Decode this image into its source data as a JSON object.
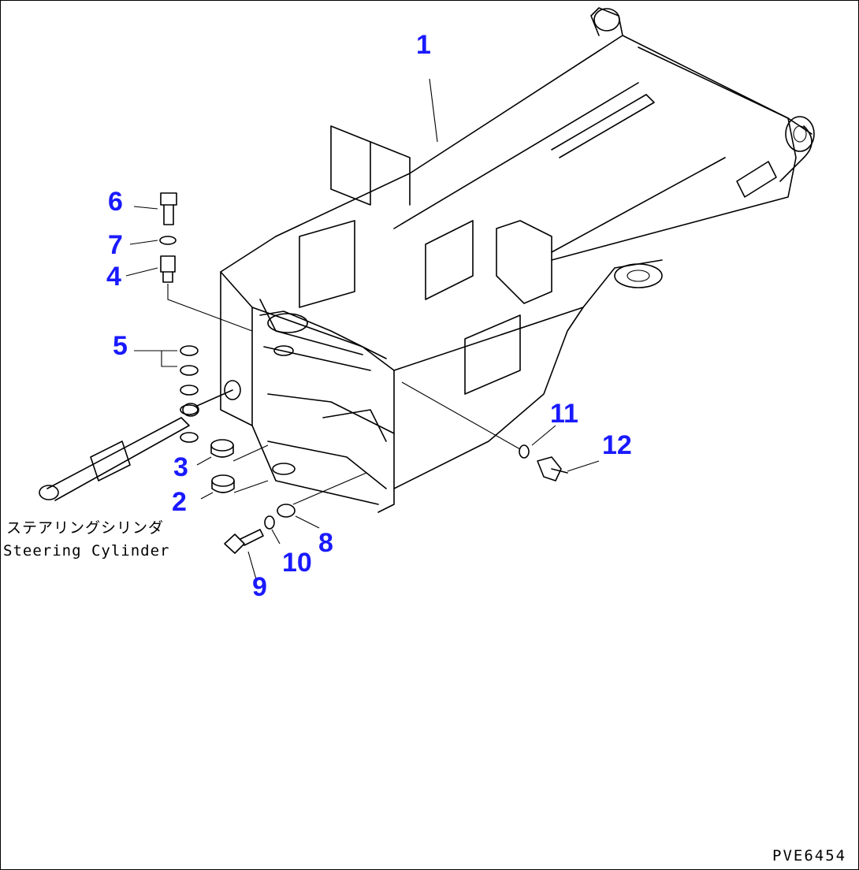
{
  "figure_code": "PVE6454",
  "caption": {
    "japanese": "ステアリングシリンダ",
    "english": "Steering Cylinder"
  },
  "callouts": [
    "1",
    "2",
    "3",
    "4",
    "5",
    "6",
    "7",
    "8",
    "9",
    "10",
    "11",
    "12"
  ]
}
